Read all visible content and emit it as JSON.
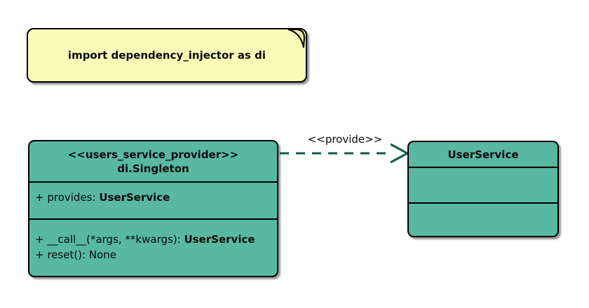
{
  "note": {
    "text": "import dependency_injector as di"
  },
  "provider_class": {
    "stereotype": "<<users_service_provider>>",
    "name": "di.Singleton",
    "attribute": {
      "label": "+ provides: ",
      "type": "UserService"
    },
    "method_call": {
      "label": "+ __call__(*args, **kwargs): ",
      "type": "UserService"
    },
    "method_reset": {
      "label": "+ reset(): None"
    }
  },
  "service_class": {
    "name": "UserService"
  },
  "relation": {
    "label": "<<provide>>"
  },
  "colors": {
    "class_fill": "#58b8a2",
    "note_fill": "#fbfbb8",
    "note_fold": "#e9e99c",
    "arrow": "#0e5b4b",
    "border": "#000000"
  }
}
